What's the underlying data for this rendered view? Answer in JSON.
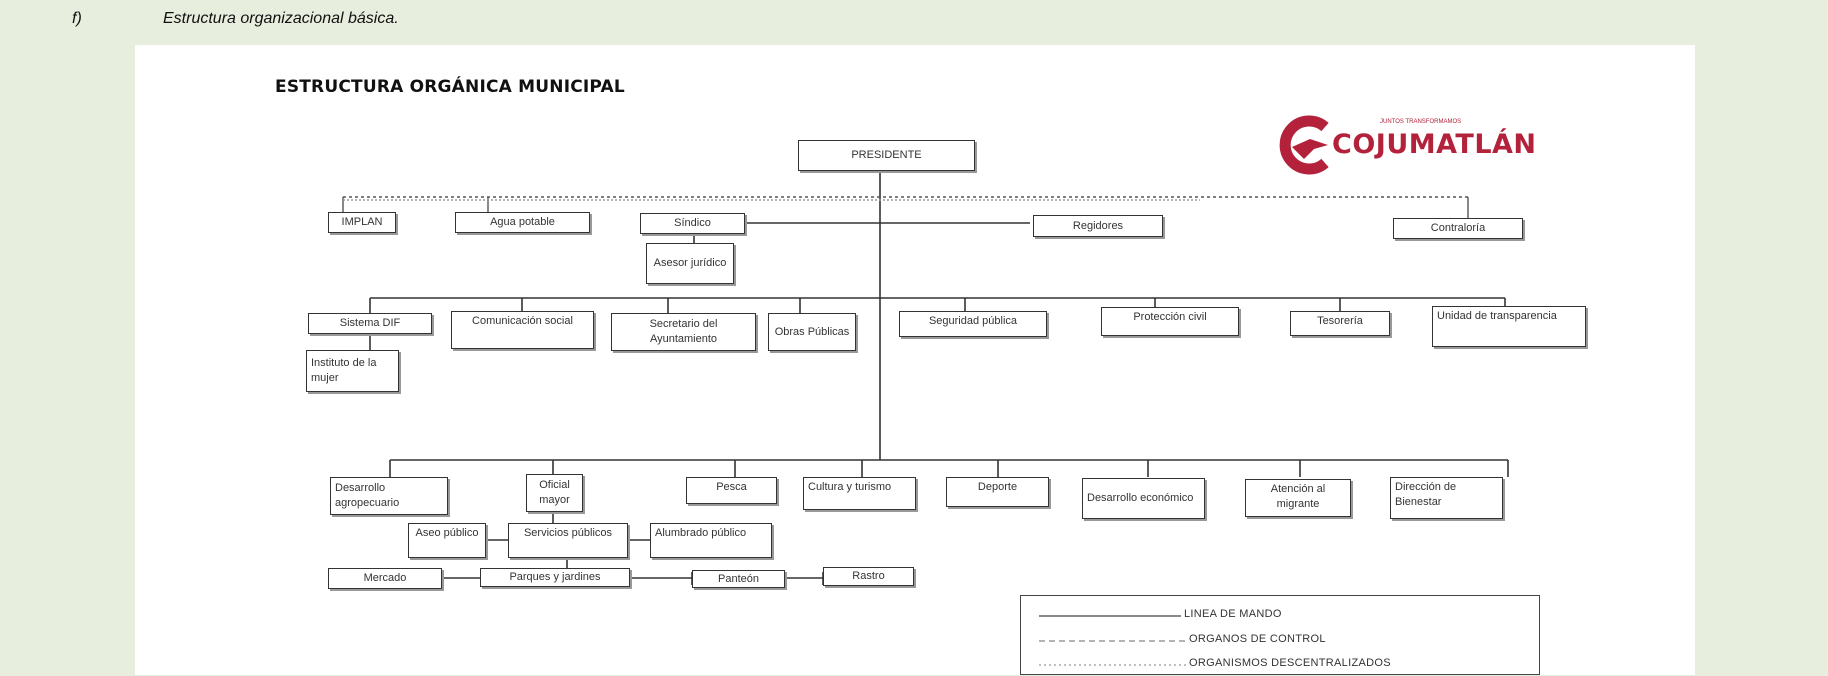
{
  "caption": {
    "letter": "f)",
    "text": "Estructura organizacional básica."
  },
  "chart": {
    "title": "ESTRUCTURA ORGÁNICA MUNICIPAL",
    "logo": {
      "name": "COJUMATLÁN",
      "tagline": "JUNTOS TRANSFORMAMOS"
    },
    "nodes": {
      "presidente": "PRESIDENTE",
      "implan": "IMPLAN",
      "agua": "Agua potable",
      "sindico": "Síndico",
      "regidores": "Regidores",
      "contraloria": "Contraloría",
      "asesor": "Asesor jurídico",
      "dif": "Sistema DIF",
      "comunicacion": "Comunicación social",
      "secretario": "Secretario del Ayuntamiento",
      "obras": "Obras Públicas",
      "seguridad": "Seguridad pública",
      "proteccion": "Protección civil",
      "tesoreria": "Tesorería",
      "transparencia": "Unidad de transparencia",
      "mujer": "Instituto de la mujer",
      "agropecuario": "Desarrollo agropecuario",
      "oficial": "Oficial mayor",
      "pesca": "Pesca",
      "cultura": "Cultura y turismo",
      "deporte": "Deporte",
      "economico": "Desarrollo económico",
      "migrante": "Atención al migrante",
      "bienestar": "Dirección de Bienestar",
      "aseo": "Aseo público",
      "servicios": "Servicios públicos",
      "alumbrado": "Alumbrado público",
      "mercado": "Mercado",
      "parques": "Parques y jardines",
      "panteon": "Panteón",
      "rastro": "Rastro"
    },
    "legend": {
      "mando": "LINEA DE MANDO",
      "control": "ORGANOS DE CONTROL",
      "descentralizados": "ORGANISMOS DESCENTRALIZADOS"
    }
  }
}
